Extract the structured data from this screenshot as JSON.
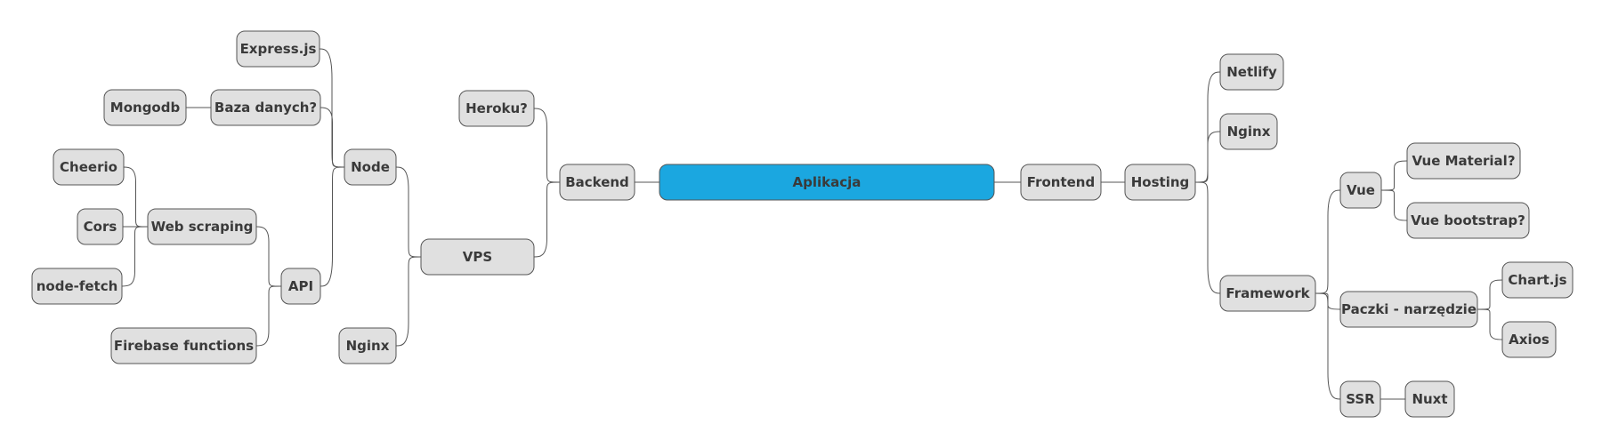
{
  "root": {
    "id": "aplikacja",
    "label": "Aplikacja"
  },
  "colors": {
    "root_fill": "#1ba7e0",
    "node_fill": "#e0e0e0",
    "border": "#555555",
    "text": "#3a3a3a"
  },
  "nodes": [
    {
      "id": "backend",
      "label": "Backend",
      "parent": "aplikacja"
    },
    {
      "id": "heroku",
      "label": "Heroku?",
      "parent": "backend"
    },
    {
      "id": "vps",
      "label": "VPS",
      "parent": "backend"
    },
    {
      "id": "node",
      "label": "Node",
      "parent": "vps"
    },
    {
      "id": "express",
      "label": "Express.js",
      "parent": "node"
    },
    {
      "id": "baza",
      "label": "Baza danych?",
      "parent": "node"
    },
    {
      "id": "mongodb",
      "label": "Mongodb",
      "parent": "baza"
    },
    {
      "id": "api",
      "label": "API",
      "parent": "node"
    },
    {
      "id": "webscraping",
      "label": "Web scraping",
      "parent": "api"
    },
    {
      "id": "cheerio",
      "label": "Cheerio",
      "parent": "webscraping"
    },
    {
      "id": "cors",
      "label": "Cors",
      "parent": "webscraping"
    },
    {
      "id": "nodefetch",
      "label": "node-fetch",
      "parent": "webscraping"
    },
    {
      "id": "firebase",
      "label": "Firebase functions",
      "parent": "api"
    },
    {
      "id": "nginx-vps",
      "label": "Nginx",
      "parent": "vps"
    },
    {
      "id": "frontend",
      "label": "Frontend",
      "parent": "aplikacja"
    },
    {
      "id": "hosting",
      "label": "Hosting",
      "parent": "frontend"
    },
    {
      "id": "netlify",
      "label": "Netlify",
      "parent": "hosting"
    },
    {
      "id": "nginx-host",
      "label": "Nginx",
      "parent": "hosting"
    },
    {
      "id": "framework",
      "label": "Framework",
      "parent": "hosting"
    },
    {
      "id": "vue",
      "label": "Vue",
      "parent": "framework"
    },
    {
      "id": "vuematerial",
      "label": "Vue Material?",
      "parent": "vue"
    },
    {
      "id": "vuebootstrap",
      "label": "Vue bootstrap?",
      "parent": "vue"
    },
    {
      "id": "paczki",
      "label": "Paczki - narzędzie",
      "parent": "framework"
    },
    {
      "id": "chartjs",
      "label": "Chart.js",
      "parent": "paczki"
    },
    {
      "id": "axios",
      "label": "Axios",
      "parent": "paczki"
    },
    {
      "id": "ssr",
      "label": "SSR",
      "parent": "framework"
    },
    {
      "id": "nuxt",
      "label": "Nuxt",
      "parent": "ssr"
    }
  ]
}
